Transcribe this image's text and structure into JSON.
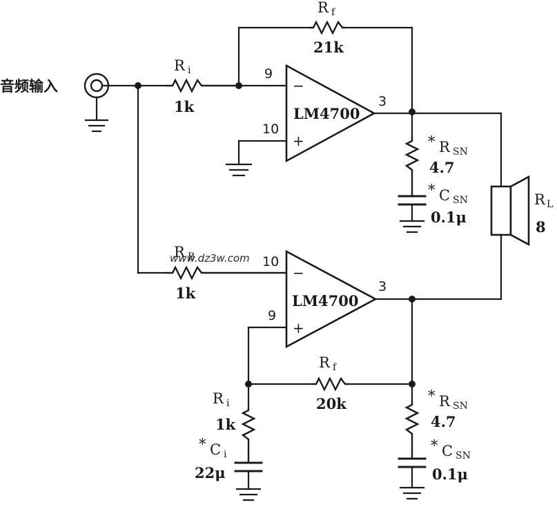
{
  "input_label": "音频输入",
  "watermark": "www.dz3w.com",
  "amp_top": {
    "name": "LM4700",
    "pin_inv": "9",
    "pin_noninv": "10",
    "pin_out": "3",
    "minus": "−",
    "plus": "+"
  },
  "amp_bottom": {
    "name": "LM4700",
    "pin_inv": "10",
    "pin_noninv": "9",
    "pin_out": "3",
    "minus": "−",
    "plus": "+"
  },
  "ri_top": {
    "name": "R",
    "sub": "i",
    "value": "1k"
  },
  "rf_top": {
    "name": "R",
    "sub": "f",
    "value": "21k"
  },
  "rb": {
    "name": "R",
    "sub": "B",
    "value": "1k"
  },
  "rf_bottom": {
    "name": "R",
    "sub": "f",
    "value": "20k"
  },
  "ri_bottom": {
    "name": "R",
    "sub": "i",
    "value": "1k"
  },
  "ci": {
    "star": "*",
    "name": "C",
    "sub": "i",
    "value": "22μ"
  },
  "rsn_top": {
    "star": "*",
    "name": "R",
    "sub": "SN",
    "value": "4.7"
  },
  "csn_top": {
    "star": "*",
    "name": "C",
    "sub": "SN",
    "value": "0.1μ"
  },
  "rsn_bottom": {
    "star": "*",
    "name": "R",
    "sub": "SN",
    "value": "4.7"
  },
  "csn_bottom": {
    "star": "*",
    "name": "C",
    "sub": "SN",
    "value": "0.1μ"
  },
  "load": {
    "name": "R",
    "sub": "L",
    "value": "8"
  }
}
